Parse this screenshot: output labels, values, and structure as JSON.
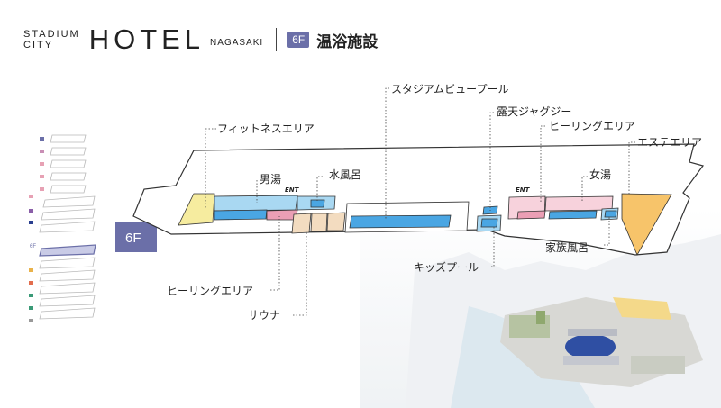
{
  "header": {
    "brand_top": "STADIUM",
    "brand_bottom": "CITY",
    "brand_main": "HOTEL",
    "brand_city": "NAGASAKI",
    "floor": "6F",
    "title": "温浴施設"
  },
  "floor_marker": "6F",
  "mini_floor_label": "6F",
  "labels": {
    "fitness": "フィットネスエリア",
    "stadium_pool": "スタジアムビュープール",
    "outdoor_jacuzzi": "露天ジャグジー",
    "healing_right": "ヒーリングエリア",
    "esthe": "エステエリア",
    "mens_bath": "男湯",
    "cold_bath": "水風呂",
    "womens_bath": "女湯",
    "family_bath": "家族風呂",
    "kids_pool": "キッズプール",
    "healing_left": "ヒーリングエリア",
    "sauna": "サウナ",
    "ent_left": "ENT",
    "ent_right": "ENT"
  },
  "colors": {
    "fitness_yellow": "#f6ec9f",
    "esthe_orange": "#f7c46a",
    "water_blue": "#4aa6e3",
    "light_blue": "#a9d8f2",
    "pink": "#eb9fb5",
    "light_pink": "#f7d2dc",
    "sauna_beige": "#f3dcc0",
    "floor_purple": "#6b6fa8"
  }
}
